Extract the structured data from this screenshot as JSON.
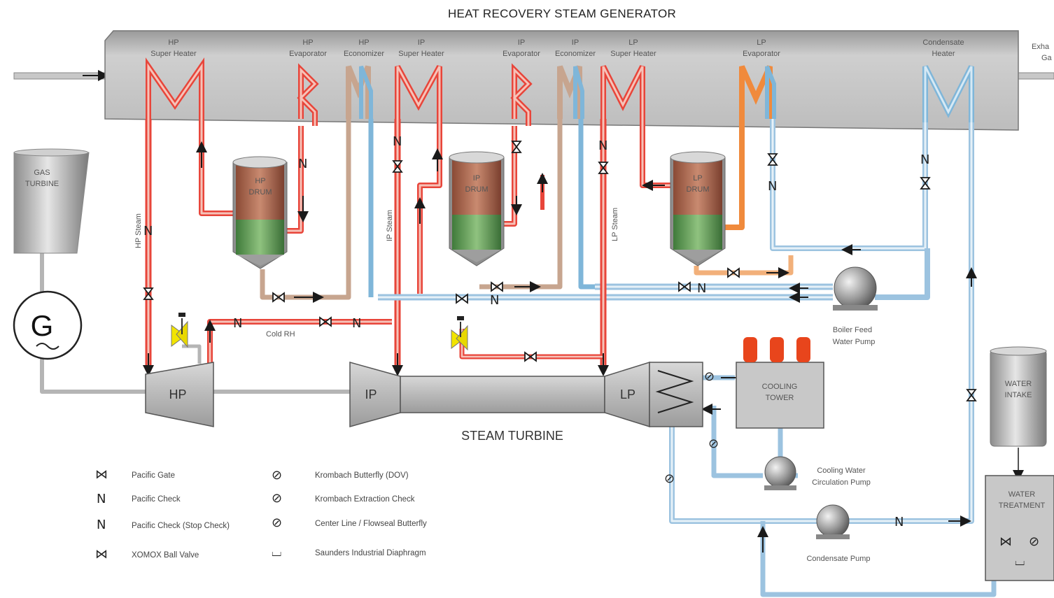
{
  "title": "HEAT RECOVERY STEAM GENERATOR",
  "hrsg_sections": [
    {
      "line1": "HP",
      "line2": "Super Heater"
    },
    {
      "line1": "HP",
      "line2": "Evaporator"
    },
    {
      "line1": "HP",
      "line2": "Economizer"
    },
    {
      "line1": "IP",
      "line2": "Super Heater"
    },
    {
      "line1": "IP",
      "line2": "Evaporator"
    },
    {
      "line1": "IP",
      "line2": "Economizer"
    },
    {
      "line1": "LP",
      "line2": "Super Heater"
    },
    {
      "line1": "LP",
      "line2": "Evaporator"
    },
    {
      "line1": "Condensate",
      "line2": "Heater"
    }
  ],
  "exhaust": {
    "line1": "Exha",
    "line2": "Ga"
  },
  "gas_turbine": {
    "line1": "GAS",
    "line2": "TURBINE"
  },
  "generator": "G",
  "drums": [
    {
      "line1": "HP",
      "line2": "DRUM"
    },
    {
      "line1": "IP",
      "line2": "DRUM"
    },
    {
      "line1": "LP",
      "line2": "DRUM"
    }
  ],
  "pipe_labels": {
    "hp_steam": "HP Steam",
    "ip_steam": "IP Steam",
    "lp_steam": "LP Steam",
    "cold_rh": "Cold RH"
  },
  "turbine": {
    "hp": "HP",
    "ip": "IP",
    "lp": "LP",
    "name": "STEAM TURBINE"
  },
  "cooling_tower": {
    "line1": "COOLING",
    "line2": "TOWER"
  },
  "water_intake": {
    "line1": "WATER",
    "line2": "INTAKE"
  },
  "water_treatment": {
    "line1": "WATER",
    "line2": "TREATMENT"
  },
  "pumps": {
    "boiler_feed": {
      "line1": "Boiler Feed",
      "line2": "Water Pump"
    },
    "cooling_water": {
      "line1": "Cooling Water",
      "line2": "Circulation Pump"
    },
    "condensate": "Condensate Pump"
  },
  "legend": [
    {
      "symbol": "⋈",
      "text": "Pacific Gate"
    },
    {
      "symbol": "N",
      "text": "Pacific Check"
    },
    {
      "symbol": "N",
      "text": "Pacific Check (Stop Check)"
    },
    {
      "symbol": "⋈",
      "text": "XOMOX Ball Valve"
    },
    {
      "symbol": "⊘",
      "text": "Krombach Butterfly (DOV)"
    },
    {
      "symbol": "⊘",
      "text": "Krombach Extraction Check"
    },
    {
      "symbol": "⊘",
      "text": "Center Line / Flowseal Butterfly"
    },
    {
      "symbol": "⌴",
      "text": "Saunders Industrial Diaphragm"
    }
  ],
  "colors": {
    "hp_steam": "#e8453a",
    "hp_steam_light": "#f6b3a8",
    "ip_steam": "#e8453a",
    "lp_evap": "#f08a3c",
    "economizer": "#c7a58f",
    "feedwater": "#7fb6d9",
    "condensate": "#9cc3e0",
    "casing": "#c4c4c4"
  }
}
